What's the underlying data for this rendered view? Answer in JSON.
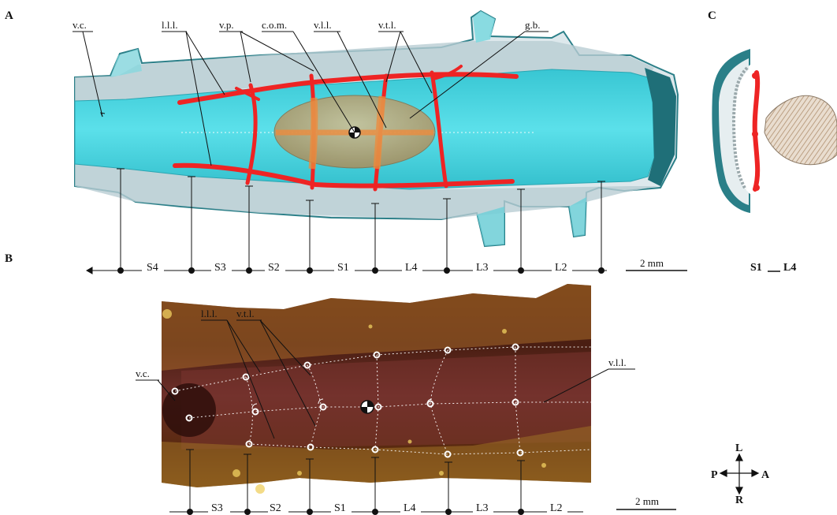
{
  "panels": {
    "a": "A",
    "b": "B",
    "c": "C"
  },
  "panel_a": {
    "labels": {
      "vc": "v.c.",
      "lll": "l.l.l.",
      "vp": "v.p.",
      "com": "c.o.m.",
      "vll": "v.l.l.",
      "vtl": "v.t.l.",
      "gb": "g.b."
    },
    "segments": [
      "S4",
      "S3",
      "S2",
      "S1",
      "L4",
      "L3",
      "L2"
    ],
    "scale": "2 mm"
  },
  "panel_b": {
    "labels": {
      "lll": "l.l.l.",
      "vtl": "v.t.l.",
      "vc": "v.c.",
      "vll": "v.l.l."
    },
    "segments": [
      "S3",
      "S2",
      "S1",
      "L4",
      "L3",
      "L2"
    ],
    "scale": "2 mm"
  },
  "panel_c": {
    "segment_left": "S1",
    "segment_right": "L4"
  },
  "compass": {
    "top": "L",
    "bottom": "R",
    "left": "P",
    "right": "A"
  },
  "colors": {
    "canal": "#4fd8e2",
    "canal_edge": "#2d8f98",
    "bone": "#d9e7ea",
    "vessel": "#ee2424",
    "body": "#c9a473"
  }
}
